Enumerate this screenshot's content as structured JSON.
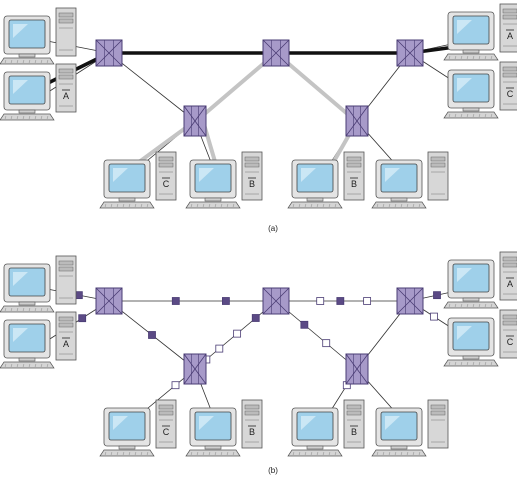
{
  "panels": [
    {
      "caption": "(a)"
    },
    {
      "caption": "(b)"
    }
  ],
  "computers": {
    "a": {
      "tl": "",
      "bl": "A",
      "tr": "A",
      "br": "C",
      "midL": "C",
      "midL2": "B",
      "midR": "B",
      "midR2": ""
    },
    "b": {
      "tl": "",
      "bl": "A",
      "tr": "A",
      "br": "C",
      "midL": "C",
      "midL2": "B",
      "midR": "B",
      "midR2": ""
    }
  },
  "colors": {
    "switch_fill": "#a79ac9",
    "switch_stroke": "#4a3c74",
    "path_black": "#111111",
    "path_gray": "#c4c4c4",
    "cell_dark": "#5b4a85",
    "cell_light": "#ffffff",
    "screen": "#9fd0ea",
    "case": "#d7d7d7"
  },
  "icons": [
    "switch-icon",
    "computer-icon",
    "packet-cell-icon"
  ]
}
